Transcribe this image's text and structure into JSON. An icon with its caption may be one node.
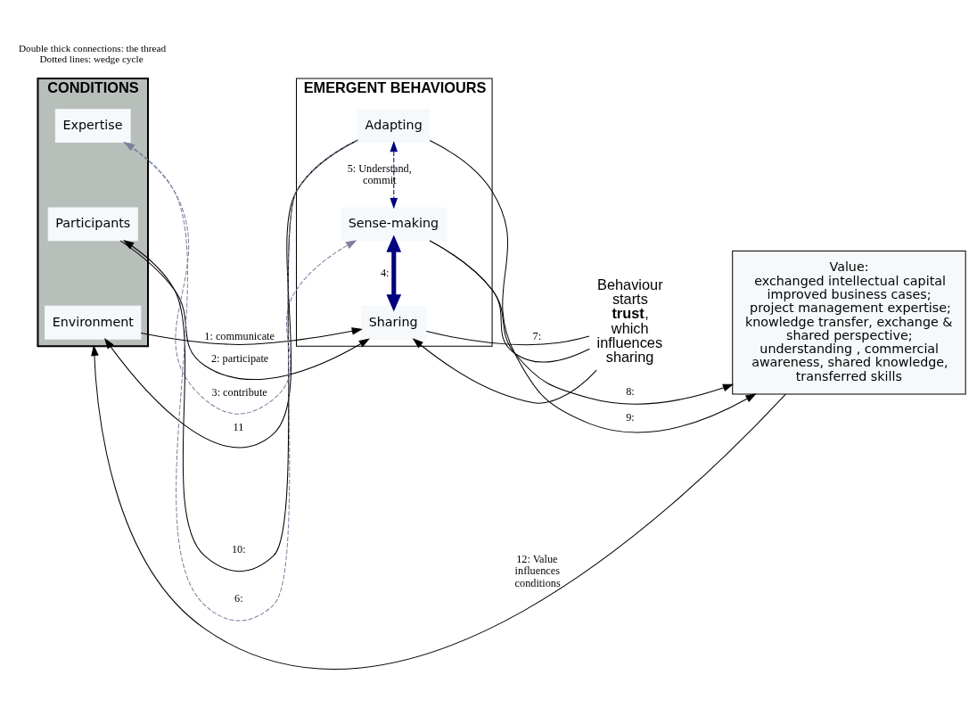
{
  "diagram": {
    "nodes": [
      {
        "text": [
          "CONDITIONS"
        ]
      },
      {
        "text": [
          "Environment"
        ],
        "in": 0
      },
      {
        "text": [
          "Participants"
        ],
        "in": 0
      },
      {
        "text": [
          "Expertise"
        ],
        "in": 0
      },
      {
        "text": [
          "EMERGENT BEHAVIOURS"
        ]
      },
      {
        "text": [
          "Sharing"
        ],
        "in": 4
      },
      {
        "text": [
          "Sense-making"
        ],
        "in": 4
      },
      {
        "text": [
          "Adapting"
        ],
        "in": 4
      },
      {
        "text": [
          "Behaviour starts **trust**, which influences sharing"
        ]
      },
      {
        "text": [
          "Value:",
          "exchanged intellectual capital improved business cases; project management expertise; knowledge transfer, exchange & shared perspective; understanding , commercial awareness, shared knowledge, transferred skills"
        ]
      }
    ],
    "edges": [
      {
        "from": 1,
        "to": 5,
        "arrow": "to",
        "label": "1: communicate"
      },
      {
        "from": 2,
        "to": 5,
        "arrow": "to",
        "label": "2: participate"
      },
      {
        "from": 3,
        "to": 6,
        "arrow": "to",
        "label": "3: contribute",
        "style": "dashed",
        "color": "#7f7f9f"
      },
      {
        "from": 5,
        "to": 6,
        "arrow": "both",
        "label": "4:",
        "style": "thick",
        "color": "#000080"
      },
      {
        "from": 7,
        "to": 6,
        "arrow": "both",
        "label": "5: Understand, commit",
        "style": "dashed",
        "color": "#000080"
      },
      {
        "from": 7,
        "to": 3,
        "arrow": "to",
        "label": "6:",
        "style": "dashed",
        "color": "#7f7f9f"
      },
      {
        "from": 8,
        "to": 5,
        "arrow": "to"
      },
      {
        "from": 5,
        "to": 8,
        "arrow": "none",
        "label": "7:"
      },
      {
        "from": 8,
        "to": 6,
        "arrow": "none"
      },
      {
        "from": 6,
        "to": 9,
        "arrow": "to",
        "label": "8:"
      },
      {
        "from": 7,
        "to": 9,
        "arrow": "to",
        "label": "9:"
      },
      {
        "from": 7,
        "to": 2,
        "arrow": "to",
        "label": "10:"
      },
      {
        "from": 7,
        "to": 1,
        "arrow": "to",
        "label": "11"
      },
      {
        "from": 9,
        "to": 0,
        "arrow": "to",
        "label": "12: Value influences conditions"
      }
    ],
    "labels": [
      "Double thick connections: the thread",
      "Dotted lines: wedge cycle"
    ]
  }
}
